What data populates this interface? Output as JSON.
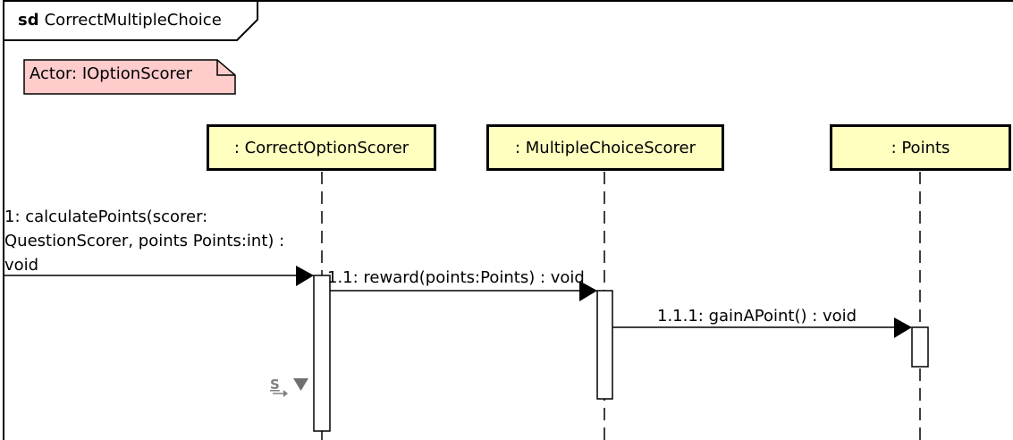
{
  "frame": {
    "keyword": "sd",
    "name": "CorrectMultipleChoice"
  },
  "note": {
    "text": "Actor: IOptionScorer",
    "fill": "#ffcccc"
  },
  "lifelines": [
    {
      "id": "correct-option-scorer",
      "label": ": CorrectOptionScorer"
    },
    {
      "id": "multiple-choice-scorer",
      "label": ": MultipleChoiceScorer"
    },
    {
      "id": "points",
      "label": ": Points"
    }
  ],
  "messages": [
    {
      "number": "1",
      "lines": [
        "1: calculatePoints(scorer:",
        "QuestionScorer, points Points:int) :",
        "void"
      ]
    },
    {
      "number": "1.1",
      "text": "1.1: reward(points:Points) : void"
    },
    {
      "number": "1.1.1",
      "text": "1.1.1: gainAPoint() : void"
    }
  ],
  "icons": {
    "message-self-marker": "S-arrow-icon",
    "dropdown": "triangle-down-icon"
  },
  "colors": {
    "lifeline_fill": "#ffffc0",
    "note_fill": "#ffcccc"
  }
}
